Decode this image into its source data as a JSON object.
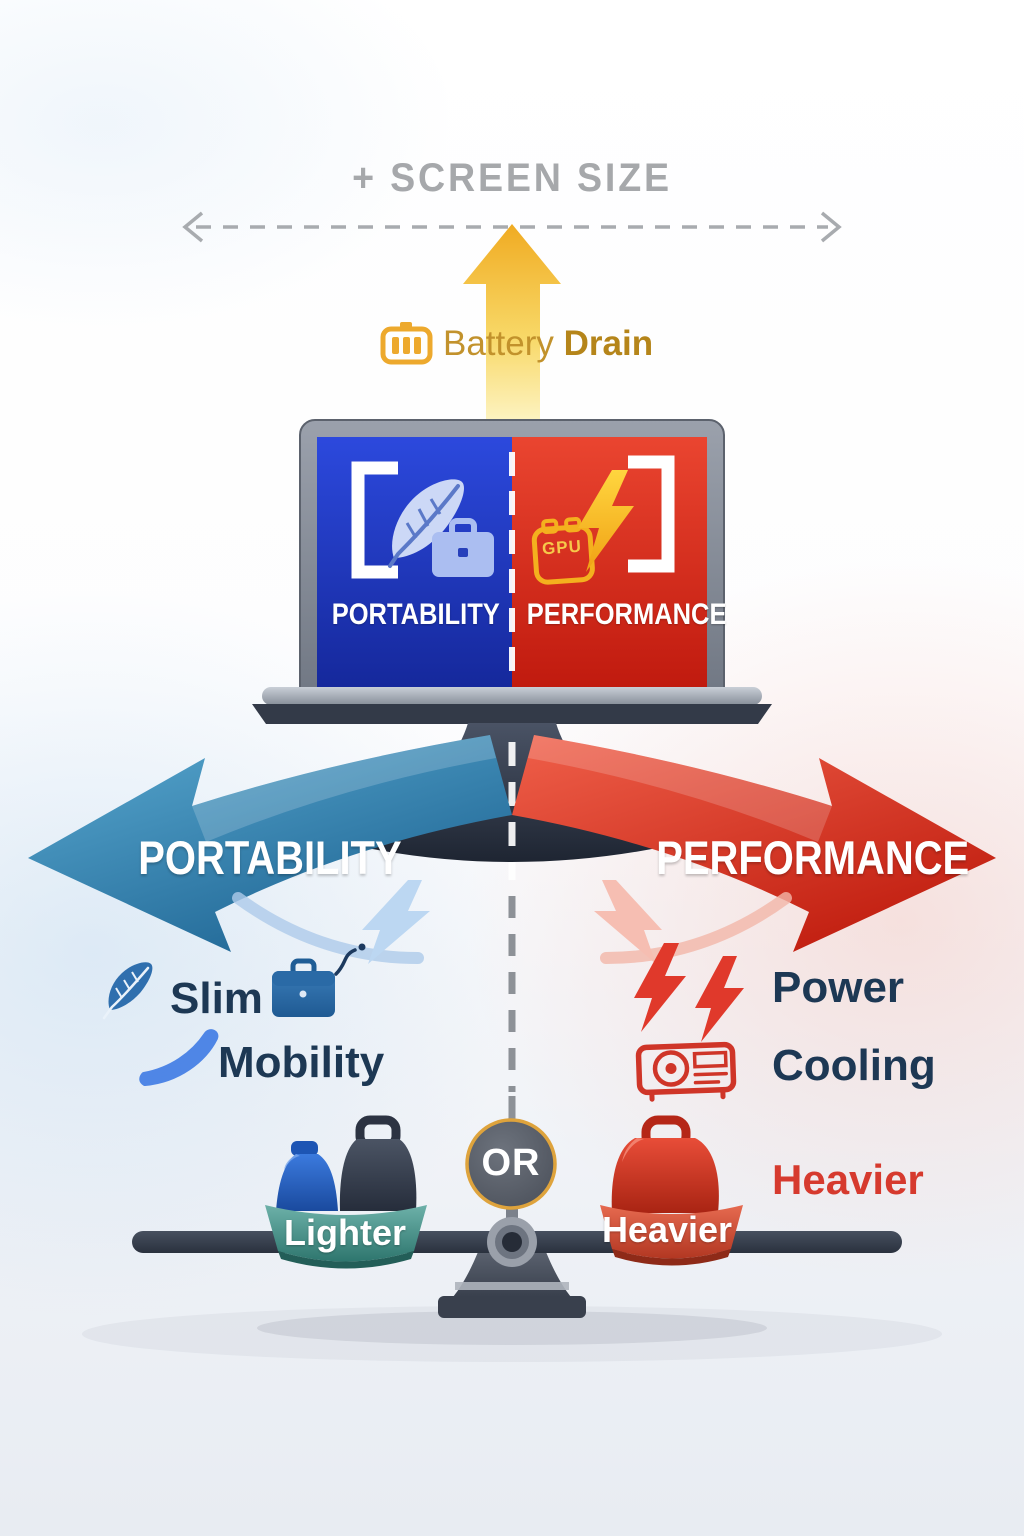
{
  "header": {
    "screen_size_label": "+ SCREEN SIZE"
  },
  "battery": {
    "word1": "Battery",
    "word2": "Drain"
  },
  "laptop": {
    "left_panel_label": "PORTABILITY",
    "right_panel_label": "PERFORMANCE",
    "gpu_chip_label": "GPU"
  },
  "arrows": {
    "left_label": "PORTABILITY",
    "right_label": "PERFORMANCE"
  },
  "features": {
    "left": [
      {
        "label": "Slim"
      },
      {
        "label": "Mobility"
      }
    ],
    "right": [
      {
        "label": "Power"
      },
      {
        "label": "Cooling"
      },
      {
        "label": "Heavier"
      }
    ]
  },
  "scale": {
    "or_label": "OR",
    "left_pan_label": "Lighter",
    "right_pan_label": "Heavier"
  },
  "colors": {
    "portability_blue": "#2e7fae",
    "performance_red": "#d92b1d",
    "screen_blue": "#1f38c0",
    "screen_red": "#d8281a",
    "battery_gold": "#e3a832",
    "navy_text": "#1d3854",
    "heavier_red": "#d63a2e",
    "pan_teal": "#45958d",
    "pan_red": "#cf4a33",
    "metal_gray": "#3a4150"
  }
}
